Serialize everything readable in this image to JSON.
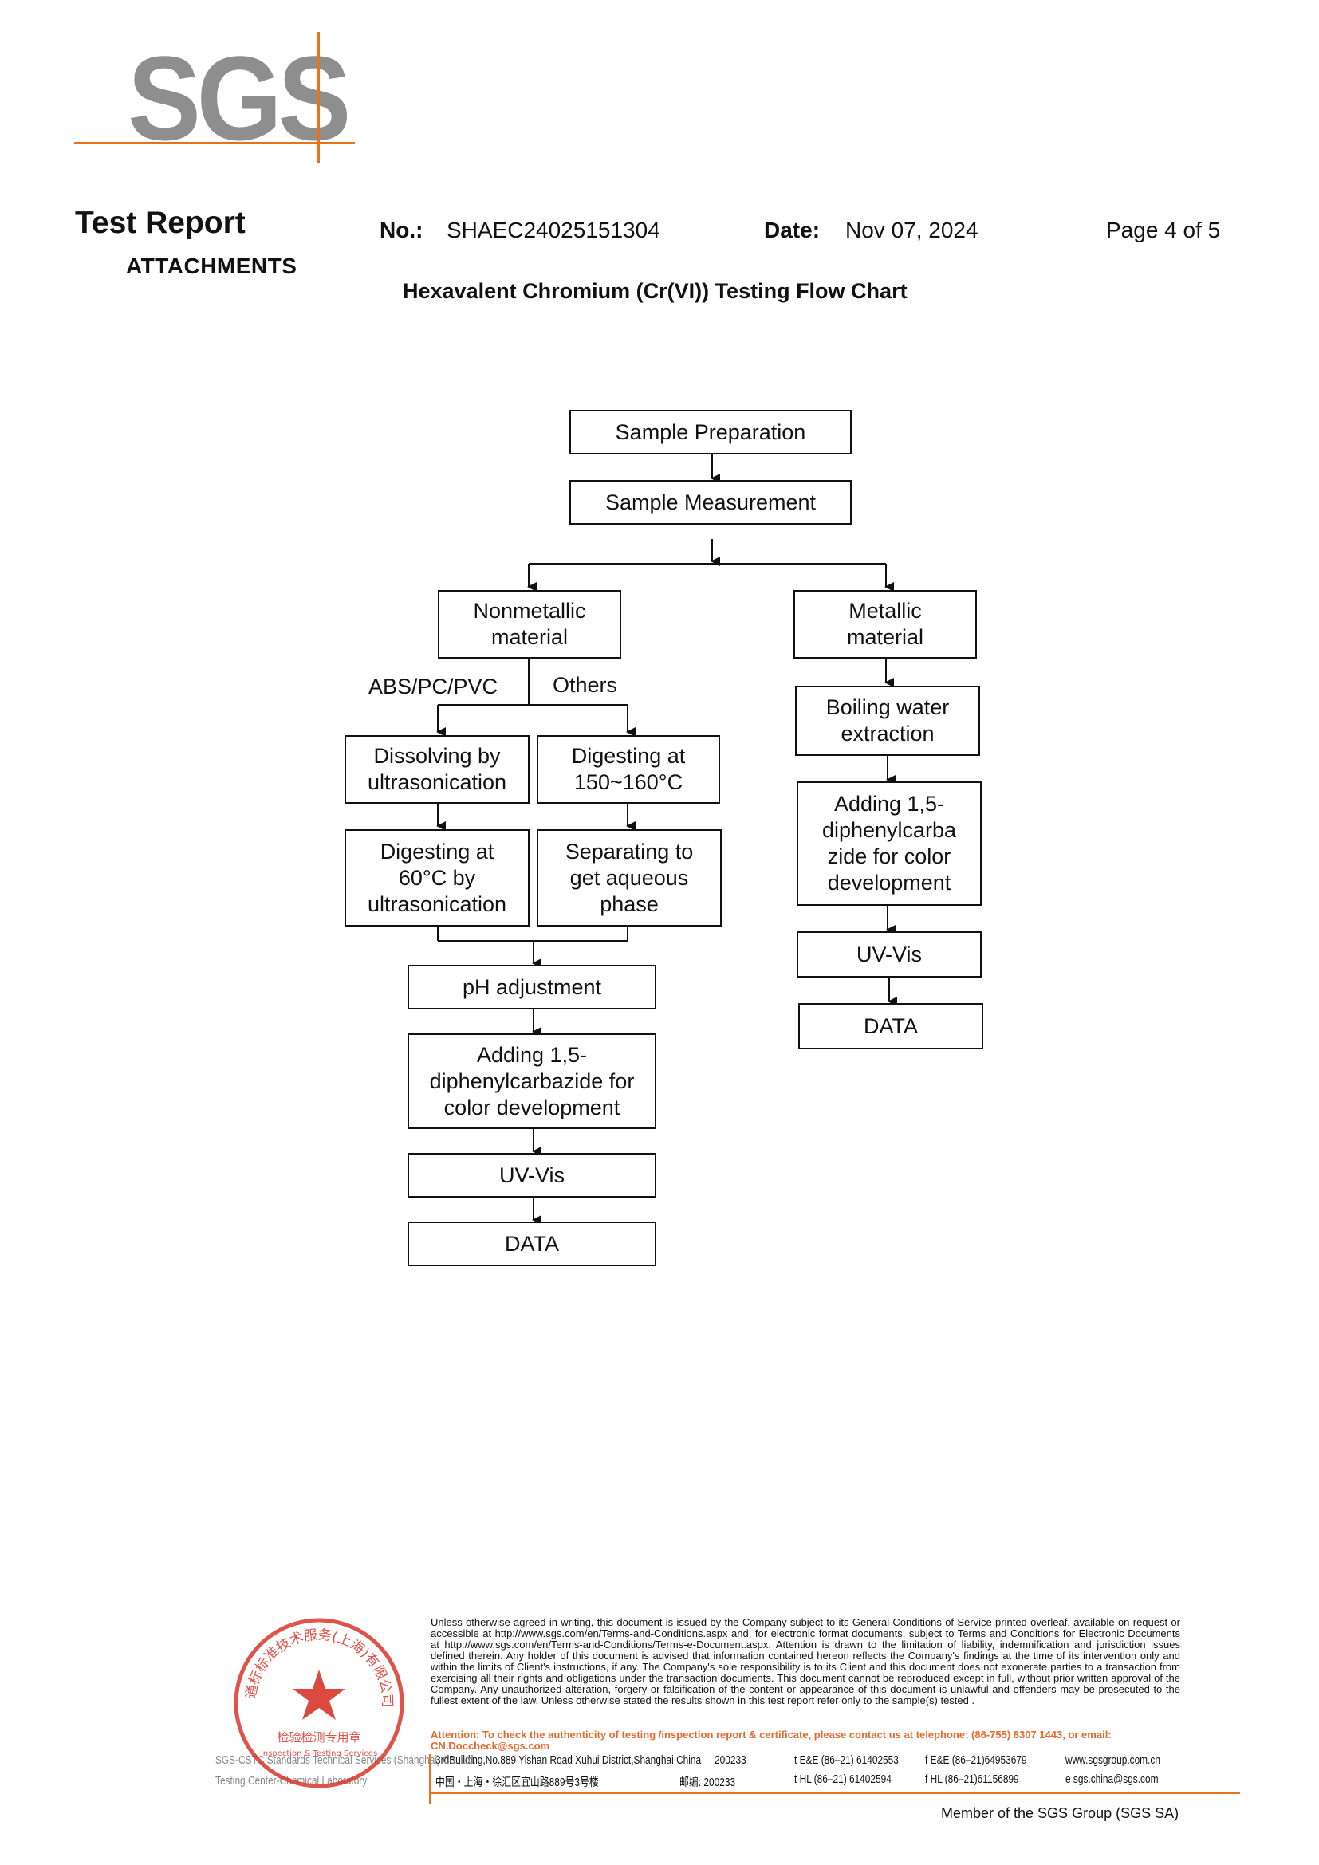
{
  "logo": {
    "text": "SGS"
  },
  "header": {
    "title": "Test Report",
    "subtitle": "ATTACHMENTS",
    "no_label": "No.:",
    "no_value": "SHAEC24025151304",
    "date_label": "Date:",
    "date_value": "Nov 07, 2024",
    "page_label": "Page 4 of 5"
  },
  "chart_title": "Hexavalent Chromium (Cr(VI)) Testing Flow Chart",
  "flow": {
    "sample_preparation": "Sample Preparation",
    "sample_measurement": "Sample Measurement",
    "nonmetallic": "Nonmetallic\nmaterial",
    "metallic": "Metallic\nmaterial",
    "branch_abs": "ABS/PC/PVC",
    "branch_others": "Others",
    "dissolving": "Dissolving by\nultrasonication",
    "digesting_150": "Digesting at\n150~160°C",
    "digesting_60": "Digesting at\n60°C by\nultrasonication",
    "separating": "Separating to\nget aqueous\nphase",
    "ph_adjustment": "pH adjustment",
    "adding_left": "Adding 1,5-\ndiphenylcarbazide for\ncolor development",
    "uvvis_left": "UV-Vis",
    "data_left": "DATA",
    "boiling": "Boiling water\nextraction",
    "adding_right": "Adding 1,5-\ndiphenylcarba\nzide for color\ndevelopment",
    "uvvis_right": "UV-Vis",
    "data_right": "DATA"
  },
  "footer": {
    "disclaimer": "Unless otherwise agreed in writing, this document is issued by the Company subject to its General Conditions of Service printed overleaf, available on request or accessible at http://www.sgs.com/en/Terms-and-Conditions.aspx and, for electronic format documents, subject to Terms and Conditions for Electronic Documents at http://www.sgs.com/en/Terms-and-Conditions/Terms-e-Document.aspx. Attention is drawn to the limitation of liability, indemnification and jurisdiction issues defined therein. Any holder of this document is advised that information contained hereon reflects the Company's findings at the time of its intervention only and within the limits of Client's instructions, if any. The Company's sole responsibility is to its Client and this document does not exonerate parties to a transaction from exercising all their rights and obligations under the transaction documents. This document cannot be reproduced except in full, without prior written approval of the Company. Any unauthorized alteration, forgery or falsification of the content or appearance of this document is unlawful and offenders may be prosecuted to the fullest extent of the law. Unless otherwise stated the results shown in this test report refer only to the sample(s) tested .",
    "attention": "Attention: To check the authenticity of testing /inspection report & certificate, please contact us at telephone: (86-755) 8307 1443, or email: CN.Doccheck@sgs.com",
    "address_en": "3rdBuilding,No.889 Yishan Road Xuhui District,Shanghai China",
    "postcode_en": "200233",
    "address_cn": "中国・上海・徐汇区宜山路889号3号楼",
    "postcode_cn": "邮编: 200233",
    "tel1": "t E&E (86–21) 61402553",
    "fax1": "f E&E (86–21)64953679",
    "tel2": "t HL (86–21) 61402594",
    "fax2": "f HL (86–21)61156899",
    "web": "www.sgsgroup.com.cn",
    "email": "e  sgs.china@sgs.com",
    "member": "Member of the SGS Group (SGS SA)",
    "company_line1": "SGS-CSTC Standards Technical Services (Shanghai) Co.,Ltd.",
    "company_line2": "Testing Center-Chemical Laboratory"
  },
  "stamp": {
    "ring_text": "通标标准技术服务(上海)有限公司",
    "center_cn": "检验检测专用章",
    "center_en": "Inspection & Testing Services",
    "color": "#d8352a"
  }
}
